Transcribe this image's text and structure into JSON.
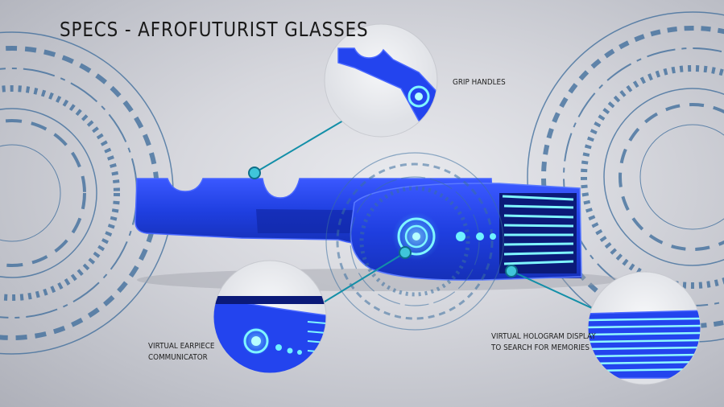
{
  "title": "SPECS - AFROFUTURIST GLASSES",
  "callouts": {
    "grip": {
      "line1": "GRIP HANDLES"
    },
    "earpiece": {
      "line1": "VIRTUAL EARPIECE",
      "line2": "COMMUNICATOR"
    },
    "hologram": {
      "line1": "VIRTUAL HOLOGRAM DISPLAY",
      "line2": "TO SEARCH FOR MEMORIES"
    }
  },
  "colors": {
    "accent": "#1f3fe0",
    "glow": "#6ff2ff",
    "callout_line": "#138fa8",
    "background": "#d6d7dd",
    "hud": "#3a6a9a"
  },
  "icons": [
    "hud-ring-left",
    "hud-ring-right",
    "hud-ring-center",
    "callout-dot-icon"
  ]
}
